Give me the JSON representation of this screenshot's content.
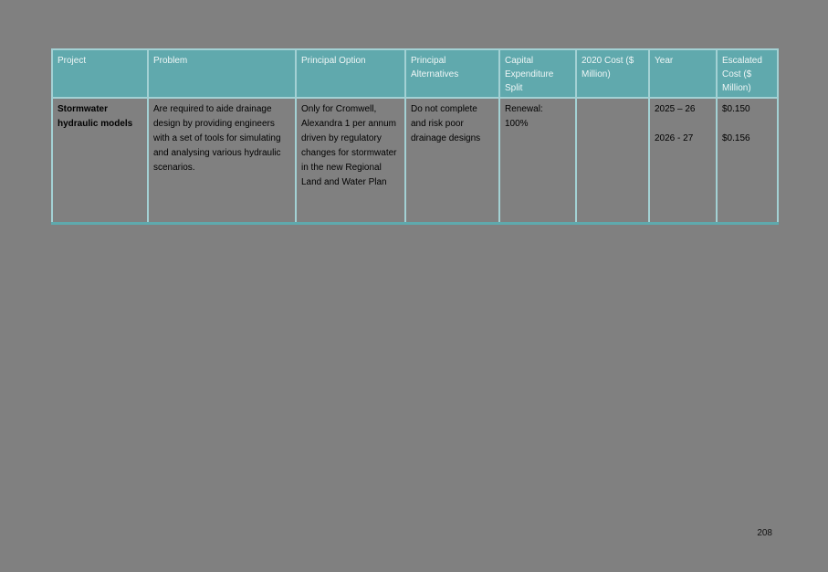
{
  "page": {
    "background_color": "#808080",
    "page_number": "208"
  },
  "table": {
    "header_bg_color": "#60a9ad",
    "border_color": "#a3d1d4",
    "header_text_color": "#eff6f6",
    "columns": [
      {
        "label": "Project"
      },
      {
        "label": "Problem"
      },
      {
        "label": "Principal Option"
      },
      {
        "label": "Principal Alternatives"
      },
      {
        "label": "Capital Expenditure Split"
      },
      {
        "label": "2020 Cost ($ Million)"
      },
      {
        "label": "Year"
      },
      {
        "label": "Escalated Cost ($ Million)"
      }
    ],
    "rows": [
      {
        "project": "Stormwater hydraulic models",
        "problem": "Are required to aide drainage design by providing engineers with a set of tools for simulating and analysing various hydraulic scenarios.",
        "principal_option": "Only for Cromwell, Alexandra 1 per annum driven by regulatory changes for stormwater in the new Regional Land and Water Plan",
        "principal_alternatives": "Do not complete and risk poor drainage designs",
        "capital_expenditure_split": "Renewal:\n100%",
        "cost_2020": "",
        "year": "2025 – 26\n\n2026 - 27",
        "escalated_cost": "$0.150\n\n$0.156"
      }
    ]
  }
}
